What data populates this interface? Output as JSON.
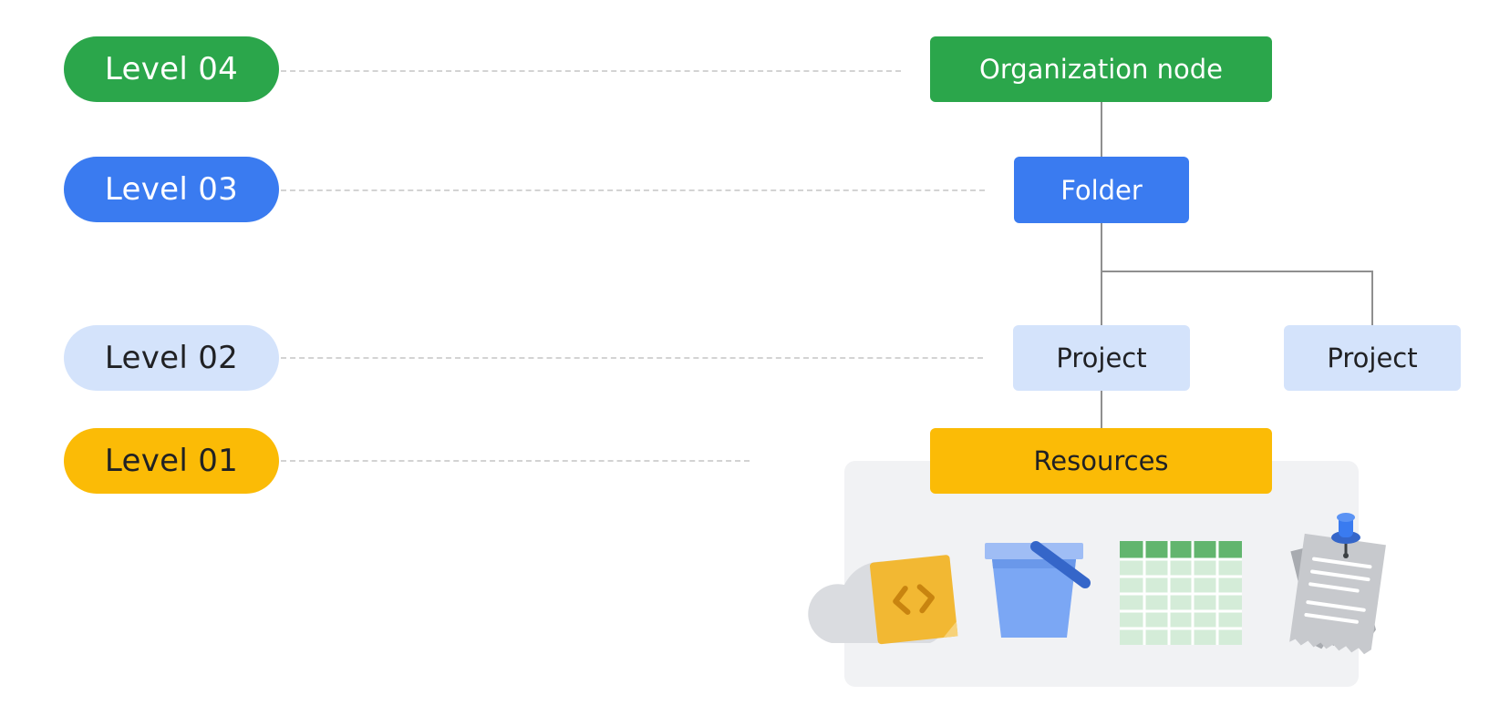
{
  "levels": [
    {
      "label": "Level 04",
      "color": "#2ba64b"
    },
    {
      "label": "Level 03",
      "color": "#3a7bf0"
    },
    {
      "label": "Level 02",
      "color": "#d4e3fb"
    },
    {
      "label": "Level 01",
      "color": "#fbbb06"
    }
  ],
  "nodes": {
    "organization": "Organization node",
    "folder": "Folder",
    "project_a": "Project",
    "project_b": "Project",
    "resources": "Resources"
  },
  "resource_icons": [
    "cloud-code-icon",
    "storage-bucket-icon",
    "spreadsheet-table-icon",
    "pinned-document-icon"
  ]
}
